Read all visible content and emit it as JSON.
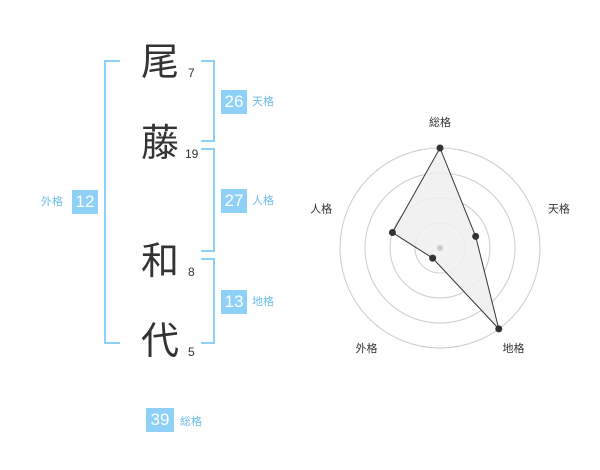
{
  "name": {
    "chars": [
      {
        "char": "尾",
        "strokes": "7"
      },
      {
        "char": "藤",
        "strokes": "19"
      },
      {
        "char": "和",
        "strokes": "8"
      },
      {
        "char": "代",
        "strokes": "5"
      }
    ]
  },
  "fortunes": {
    "tenkaku": {
      "value": "26",
      "label": "天格"
    },
    "jinkaku": {
      "value": "27",
      "label": "人格"
    },
    "chikaku": {
      "value": "13",
      "label": "地格"
    },
    "gaikaku": {
      "value": "12",
      "label": "外格"
    },
    "soukaku": {
      "value": "39",
      "label": "総格"
    }
  },
  "radar": {
    "axes": [
      "総格",
      "天格",
      "地格",
      "外格",
      "人格"
    ],
    "levels": 4,
    "values": [
      4,
      1.5,
      4,
      0.5,
      2
    ],
    "colors": {
      "fill": "#efefef",
      "line": "#333333",
      "ring": "#cccccc",
      "dot": "#333333",
      "center": "#cccccc"
    }
  },
  "colors": {
    "accent": "#8fd0f7",
    "accent_text": "#6cbde9"
  }
}
